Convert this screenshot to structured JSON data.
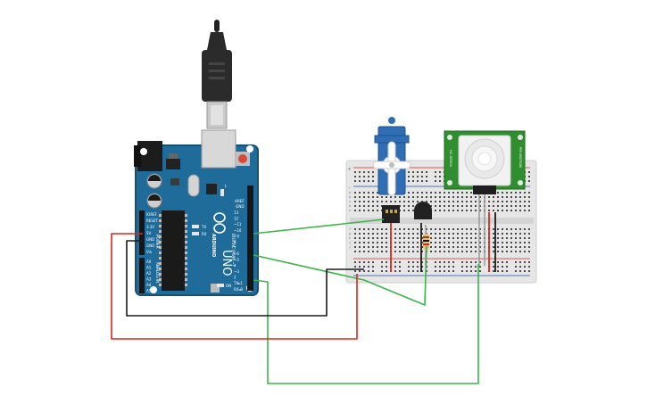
{
  "board": {
    "brand": "ARDUINO",
    "model": "UNO",
    "on_label": "ON",
    "tx_label": "TX",
    "rx_label": "RX",
    "l_label": "L",
    "aref_label": "AREF",
    "gnd_label": "GND",
    "digital_label": "DIGITAL (PWM ~)",
    "power_label": "POWER",
    "analog_label": "ANALOG IN",
    "power_pins": [
      "IOREF",
      "RESET",
      "3.3V",
      "5V",
      "GND",
      "GND",
      "Vin"
    ],
    "analog_pins": [
      "A0",
      "A1",
      "A2",
      "A3",
      "A4",
      "A5"
    ],
    "digital_pins": [
      "13",
      "12",
      "~11",
      "~10",
      "~9",
      "8",
      "7",
      "~6",
      "~5",
      "4",
      "~3",
      "2",
      "TX▸1",
      "RX◂0"
    ]
  },
  "breadboard": {
    "columns": [
      "a",
      "b",
      "c",
      "d",
      "e",
      "f",
      "g",
      "h",
      "i",
      "j"
    ],
    "rail_plus": "+",
    "rail_minus": "-"
  },
  "pir_sensor": {
    "left_text": "HC-SR501",
    "right_text": "PIR MOTION"
  },
  "colors": {
    "board": "#1f6c9b",
    "board_edge": "#155174",
    "breadboard": "#e6e6e6",
    "wire_green": "#3cb44b",
    "wire_red": "#d9281f",
    "wire_black": "#1a1a1a",
    "servo": "#2f6db5",
    "pir_pcb": "#2f8f2f"
  }
}
